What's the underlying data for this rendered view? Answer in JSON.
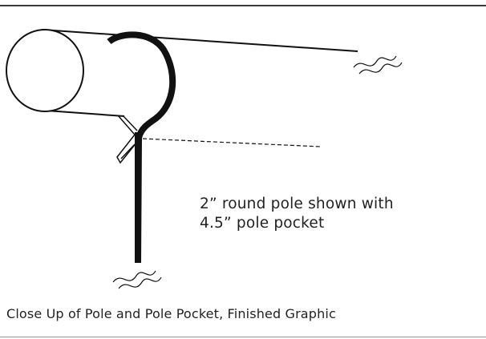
{
  "annotation": {
    "line1": "2” round pole shown with",
    "line2": "4.5” pole pocket"
  },
  "caption": "Close Up of Pole and Pole Pocket, Finished Graphic",
  "colors": {
    "ink": "#111111",
    "text": "#222222",
    "rule": "#3a3a3a"
  }
}
